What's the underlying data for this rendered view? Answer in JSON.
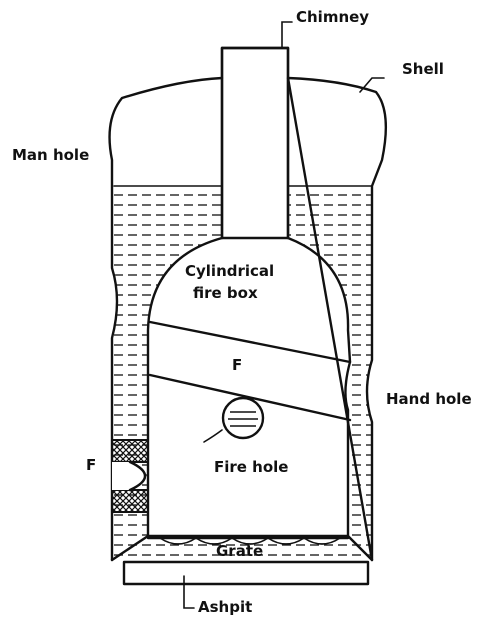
{
  "labels": {
    "chimney": "Chimney",
    "shell": "Shell",
    "man_hole": "Man hole",
    "firebox_line1": "Cylindrical",
    "firebox_line2": "fire box",
    "f_tube": "F",
    "hand_hole": "Hand hole",
    "f_door": "F",
    "fire_hole": "Fire hole",
    "grate": "Grate",
    "ashpit": "Ashpit"
  }
}
